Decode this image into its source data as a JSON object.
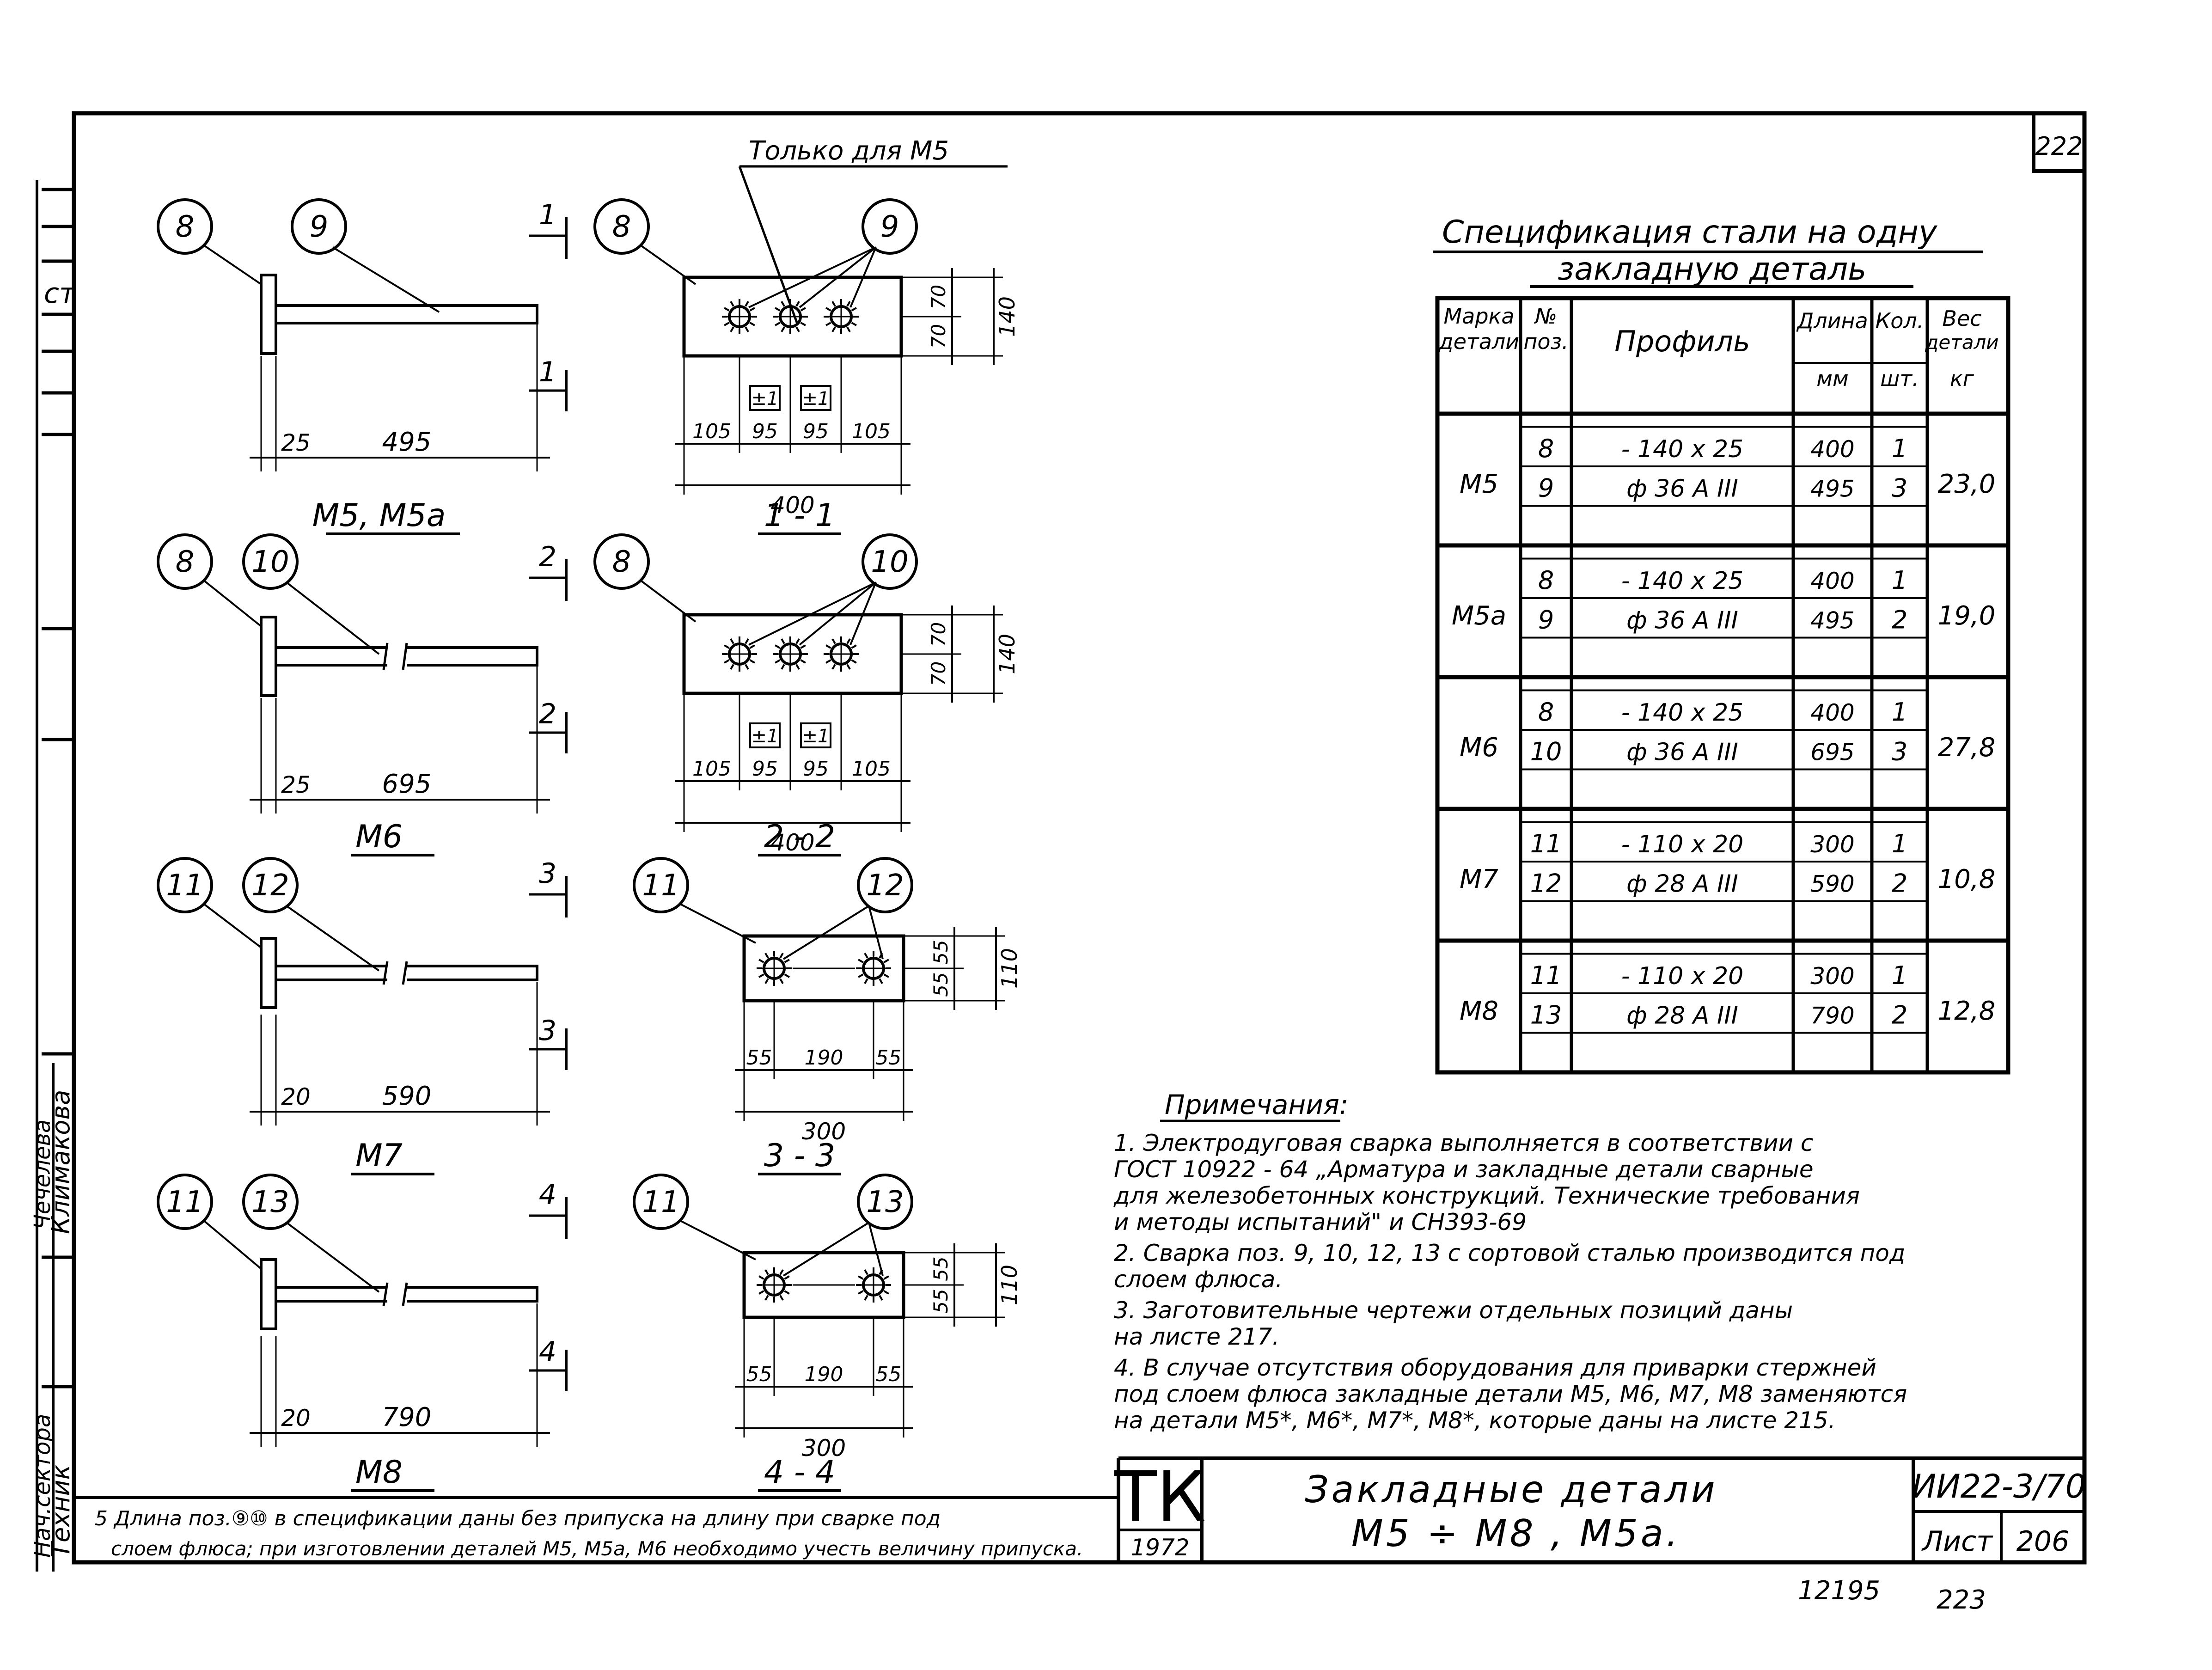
{
  "sheet_number": "222",
  "stamp_numbers": [
    "12195",
    "223"
  ],
  "drawings": {
    "only_for": "Только для  М5",
    "views": [
      {
        "title": "М5, М5а",
        "pos_plate": "8",
        "pos_bar": "9",
        "dim_plate": "25",
        "dim_bar": "495",
        "broken": false,
        "section": "1"
      },
      {
        "title": "М6",
        "pos_plate": "8",
        "pos_bar": "10",
        "dim_plate": "25",
        "dim_bar": "695",
        "broken": true,
        "section": "2"
      },
      {
        "title": "М7",
        "pos_plate": "11",
        "pos_bar": "12",
        "dim_plate": "20",
        "dim_bar": "590",
        "broken": true,
        "section": "3"
      },
      {
        "title": "М8",
        "pos_plate": "11",
        "pos_bar": "13",
        "dim_plate": "20",
        "dim_bar": "790",
        "broken": true,
        "section": "4"
      }
    ],
    "sections": [
      {
        "title": "1 - 1",
        "pos_plate": "8",
        "pos_bar": "9",
        "v_dims": [
          "70",
          "70"
        ],
        "v_total": "140",
        "h_dims": [
          "105",
          "95",
          "95",
          "105"
        ],
        "h_total": "400",
        "marks": [
          "±1",
          "±1"
        ]
      },
      {
        "title": "2 - 2",
        "pos_plate": "8",
        "pos_bar": "10",
        "v_dims": [
          "70",
          "70"
        ],
        "v_total": "140",
        "h_dims": [
          "105",
          "95",
          "95",
          "105"
        ],
        "h_total": "400",
        "marks": [
          "±1",
          "±1"
        ]
      },
      {
        "title": "3 - 3",
        "pos_plate": "11",
        "pos_bar": "12",
        "v_dims": [
          "55",
          "55"
        ],
        "v_total": "110",
        "h_dims": [
          "55",
          "190",
          "55"
        ],
        "h_total": "300",
        "marks": []
      },
      {
        "title": "4 - 4",
        "pos_plate": "11",
        "pos_bar": "13",
        "v_dims": [
          "55",
          "55"
        ],
        "v_total": "110",
        "h_dims": [
          "55",
          "190",
          "55"
        ],
        "h_total": "300",
        "marks": []
      }
    ]
  },
  "spec": {
    "title_line1": "Спецификация  стали  на одну",
    "title_line2": "закладную  деталь",
    "headers": {
      "mark": [
        "Марка",
        "детали"
      ],
      "pos": [
        "№",
        "поз."
      ],
      "profile": "Профиль",
      "length": [
        "Длина",
        "мм"
      ],
      "qty": [
        "Кол.",
        "шт."
      ],
      "weight": [
        "Вес",
        "детали",
        "кг"
      ]
    },
    "groups": [
      {
        "mark": "М5",
        "weight": "23,0",
        "rows": [
          {
            "pos": "8",
            "profile": "- 140 x 25",
            "length": "400",
            "qty": "1"
          },
          {
            "pos": "9",
            "profile": "ф 36 А III",
            "length": "495",
            "qty": "3"
          }
        ]
      },
      {
        "mark": "М5а",
        "weight": "19,0",
        "rows": [
          {
            "pos": "8",
            "profile": "- 140 x 25",
            "length": "400",
            "qty": "1"
          },
          {
            "pos": "9",
            "profile": "ф 36 А III",
            "length": "495",
            "qty": "2"
          }
        ]
      },
      {
        "mark": "М6",
        "weight": "27,8",
        "rows": [
          {
            "pos": "8",
            "profile": "- 140 x 25",
            "length": "400",
            "qty": "1"
          },
          {
            "pos": "10",
            "profile": "ф 36 А III",
            "length": "695",
            "qty": "3"
          }
        ]
      },
      {
        "mark": "М7",
        "weight": "10,8",
        "rows": [
          {
            "pos": "11",
            "profile": "- 110 x 20",
            "length": "300",
            "qty": "1"
          },
          {
            "pos": "12",
            "profile": "ф 28 А III",
            "length": "590",
            "qty": "2"
          }
        ]
      },
      {
        "mark": "М8",
        "weight": "12,8",
        "rows": [
          {
            "pos": "11",
            "profile": "- 110 x 20",
            "length": "300",
            "qty": "1"
          },
          {
            "pos": "13",
            "profile": "ф 28 А III",
            "length": "790",
            "qty": "2"
          }
        ]
      }
    ]
  },
  "notes": {
    "title": "Примечания:",
    "lines": [
      "1.  Электродуговая сварка выполняется в соответствии с",
      "     ГОСТ 10922 - 64 „Арматура и закладные детали сварные",
      "     для железобетонных конструкций. Технические требования",
      "     и методы испытаний\" и СН393-69",
      "2.  Сварка поз. 9, 10, 12, 13 с сортовой сталью производится под",
      "     слоем флюса.",
      "3.  Заготовительные чертежи отдельных позиций даны",
      "     на листе 217.",
      "4.  В случае отсутствия оборудования для приварки стержней",
      "     под слоем флюса закладные детали М5, М6, М7, М8 заменяются",
      "     на детали М5*, М6*, М7*, М8*, которые даны на листе 215."
    ],
    "note5_line1": "5 Длина   поз.⑨⑩ в спецификации даны без припуска на длину при сварке под",
    "note5_line2": "слоем флюса; при изготовлении деталей М5, М5а, М6 необходимо учесть величину припуска."
  },
  "title_block": {
    "logo": "ТК",
    "year": "1972",
    "title_line1": "Закладные  детали",
    "title_line2": "М5 ÷ М8 , М5а.",
    "code": "ИИ22-3/70",
    "sheet_label": "Лист",
    "sheet_value": "206"
  },
  "side_stamp": {
    "role1": "Техник",
    "name1": "Климакова",
    "role2": "Нач.сектора",
    "name2": "Чечелева",
    "fragment": "ст"
  }
}
